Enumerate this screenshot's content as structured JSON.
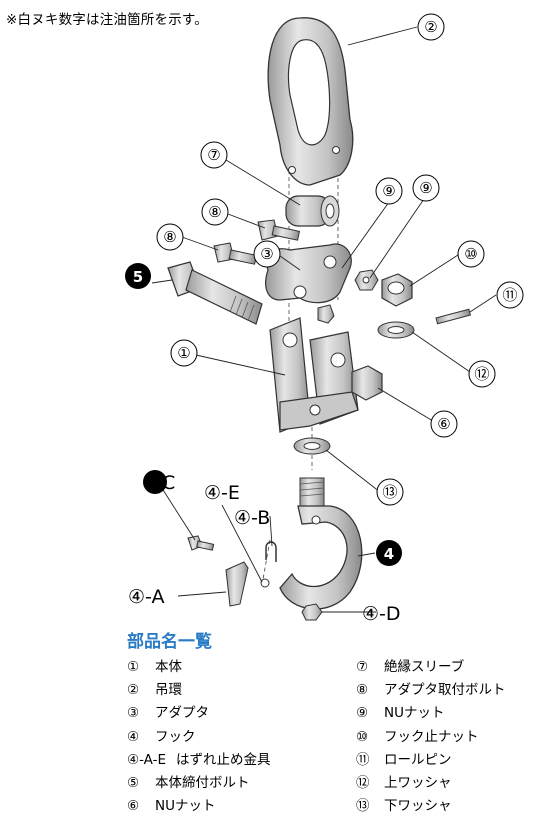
{
  "note": "※白ヌキ数字は注油箇所を示す。",
  "labels": {
    "c1": "①",
    "c2": "②",
    "c3": "③",
    "c4": "4",
    "c5": "5",
    "c6": "⑥",
    "c7": "⑦",
    "c8a": "⑧",
    "c8b": "⑧",
    "c9a": "⑨",
    "c9b": "⑨",
    "c10": "⑩",
    "c11": "⑪",
    "c12": "⑫",
    "c13": "⑬",
    "c4A": "④-A",
    "c4B": "④-B",
    "c4C": "4-C",
    "c4D": "④-D",
    "c4E": "④-E"
  },
  "legend_title": "部品名一覧",
  "parts_left": [
    {
      "num": "①",
      "name": "本体"
    },
    {
      "num": "②",
      "name": "吊環"
    },
    {
      "num": "③",
      "name": "アダプタ"
    },
    {
      "num": "④",
      "name": "フック"
    },
    {
      "num": "④-A-E",
      "name": "はずれ止め金具"
    },
    {
      "num": "⑤",
      "name": "本体締付ボルト"
    },
    {
      "num": "⑥",
      "name": "NUナット"
    }
  ],
  "parts_right": [
    {
      "num": "⑦",
      "name": "絶縁スリーブ"
    },
    {
      "num": "⑧",
      "name": "アダプタ取付ボルト"
    },
    {
      "num": "⑨",
      "name": "NUナット"
    },
    {
      "num": "⑩",
      "name": "フック止ナット"
    },
    {
      "num": "⑪",
      "name": "ロールピン"
    },
    {
      "num": "⑫",
      "name": "上ワッシャ"
    },
    {
      "num": "⑬",
      "name": "下ワッシャ"
    }
  ]
}
